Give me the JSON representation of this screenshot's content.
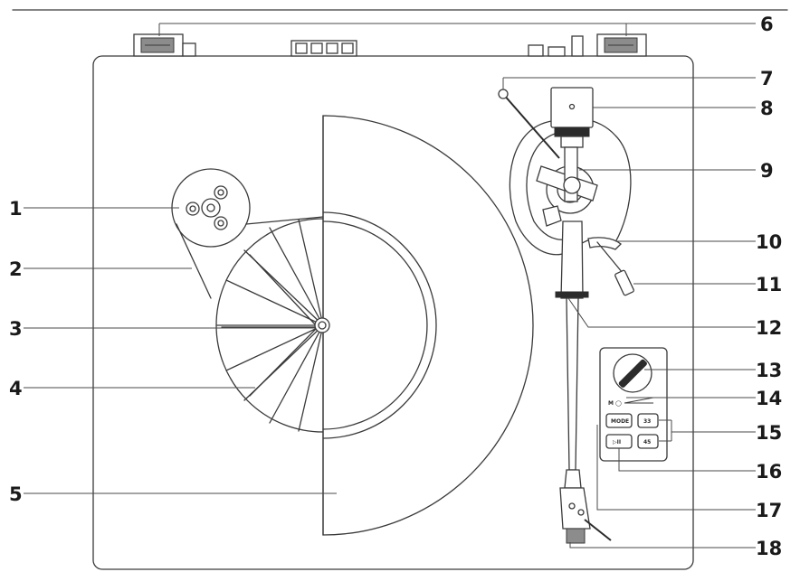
{
  "callouts": [
    {
      "num": "1"
    },
    {
      "num": "2"
    },
    {
      "num": "3"
    },
    {
      "num": "4"
    },
    {
      "num": "5"
    },
    {
      "num": "6"
    },
    {
      "num": "7"
    },
    {
      "num": "8"
    },
    {
      "num": "9"
    },
    {
      "num": "10"
    },
    {
      "num": "11"
    },
    {
      "num": "12"
    },
    {
      "num": "13"
    },
    {
      "num": "14"
    },
    {
      "num": "15"
    },
    {
      "num": "16"
    },
    {
      "num": "17"
    },
    {
      "num": "18"
    }
  ],
  "control_panel": {
    "mode_button": "MODE",
    "play_pause_button": "▷II",
    "speed_33_button": "33",
    "speed_45_button": "45",
    "knob_label": "M ◯"
  }
}
